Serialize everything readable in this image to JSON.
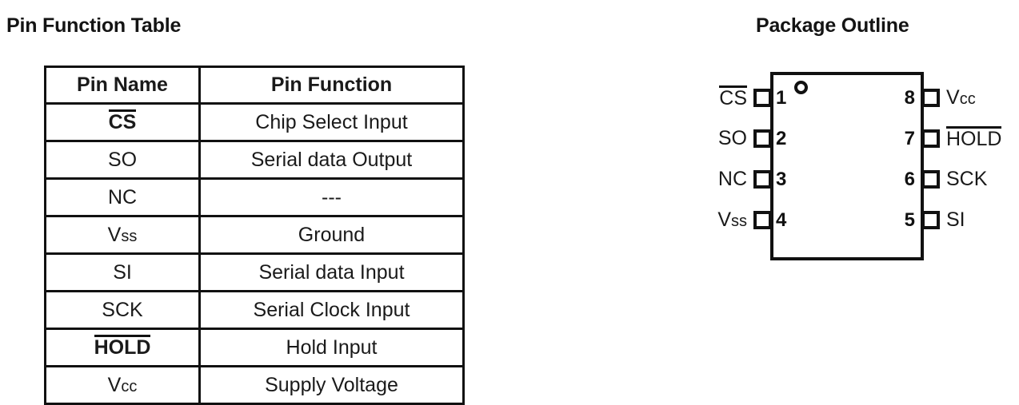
{
  "headings": {
    "pin_function_table": "Pin Function Table",
    "package_outline": "Package Outline"
  },
  "pin_function_table": {
    "columns": [
      "Pin Name",
      "Pin Function"
    ],
    "rows": [
      {
        "name": "CS",
        "overline": true,
        "function": "Chip Select Input"
      },
      {
        "name": "SO",
        "overline": false,
        "function": "Serial data Output"
      },
      {
        "name": "NC",
        "overline": false,
        "function": "---"
      },
      {
        "name": "Vss",
        "overline": false,
        "function": "Ground"
      },
      {
        "name": "SI",
        "overline": false,
        "function": "Serial data Input"
      },
      {
        "name": "SCK",
        "overline": false,
        "function": "Serial Clock Input"
      },
      {
        "name": "HOLD",
        "overline": true,
        "function": "Hold Input"
      },
      {
        "name": "Vcc",
        "overline": false,
        "function": "Supply Voltage"
      }
    ]
  },
  "package_outline": {
    "pin_count": 8,
    "pin1_marker": "circle-notch-marker",
    "left_pins": [
      {
        "number": "1",
        "label": "CS",
        "overline": true
      },
      {
        "number": "2",
        "label": "SO",
        "overline": false
      },
      {
        "number": "3",
        "label": "NC",
        "overline": false
      },
      {
        "number": "4",
        "label": "Vss",
        "overline": false
      }
    ],
    "right_pins": [
      {
        "number": "8",
        "label": "Vcc",
        "overline": false
      },
      {
        "number": "7",
        "label": "HOLD",
        "overline": true
      },
      {
        "number": "6",
        "label": "SCK",
        "overline": false
      },
      {
        "number": "5",
        "label": "SI",
        "overline": false
      }
    ]
  },
  "colors": {
    "ink": "#1a1a1a",
    "line": "#111111",
    "background": "#ffffff"
  }
}
